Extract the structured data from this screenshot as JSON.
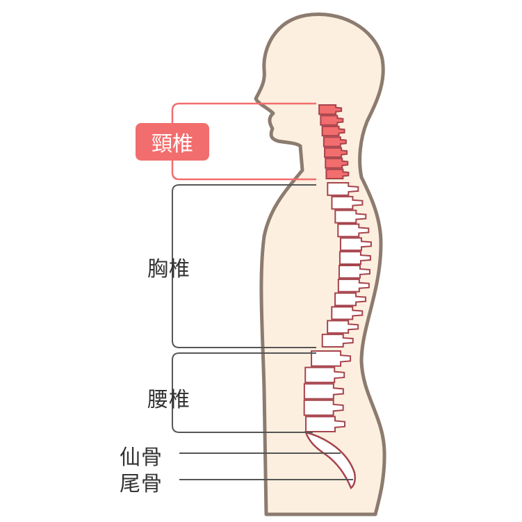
{
  "labels": {
    "cervical": "頸椎",
    "thoracic": "胸椎",
    "lumbar": "腰椎",
    "sacrum": "仙骨",
    "coccyx": "尾骨"
  },
  "counts": {
    "cervical": 7,
    "thoracic": 12,
    "lumbar": 5
  },
  "colors": {
    "skin": "#fcefdf",
    "outline": "#8c7b6f",
    "highlight": "#f26d6d",
    "vertebra_outline": "#a6434c",
    "bracket": "#555555"
  }
}
